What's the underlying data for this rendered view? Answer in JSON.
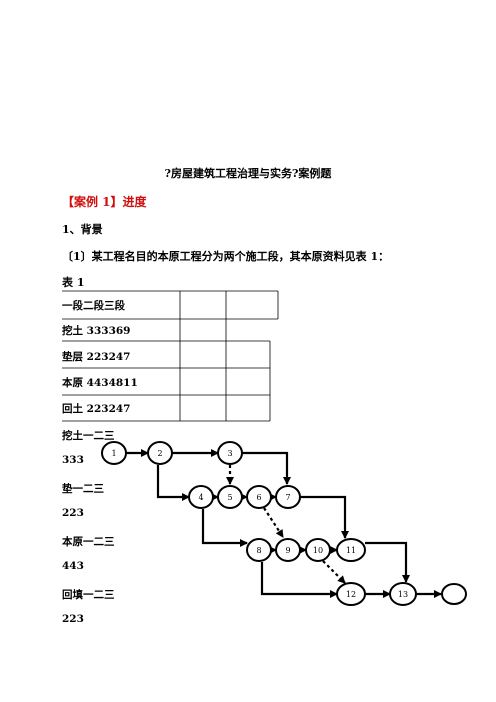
{
  "document": {
    "title": "?房屋建筑工程治理与实务?案例题",
    "case_heading": "【案例 1】进度",
    "section_heading": "1、背景",
    "paragraph": "〔1〕某工程名目的本原工程分为两个施工段，其本原资料见表 1：",
    "table_label": "表 1",
    "table_rows": [
      "一段二段三段",
      "挖土 333369",
      "垫层 223247",
      "本原 4434811",
      "回土 223247"
    ],
    "left_column": [
      "挖土一二三",
      "333",
      "垫一二三",
      "223",
      "本原一二三",
      "443",
      "回填一二三",
      "223"
    ]
  },
  "network": {
    "nodes": [
      "1",
      "2",
      "3",
      "4",
      "5",
      "6",
      "7",
      "8",
      "9",
      "10",
      "11",
      "12",
      "13",
      ""
    ]
  }
}
